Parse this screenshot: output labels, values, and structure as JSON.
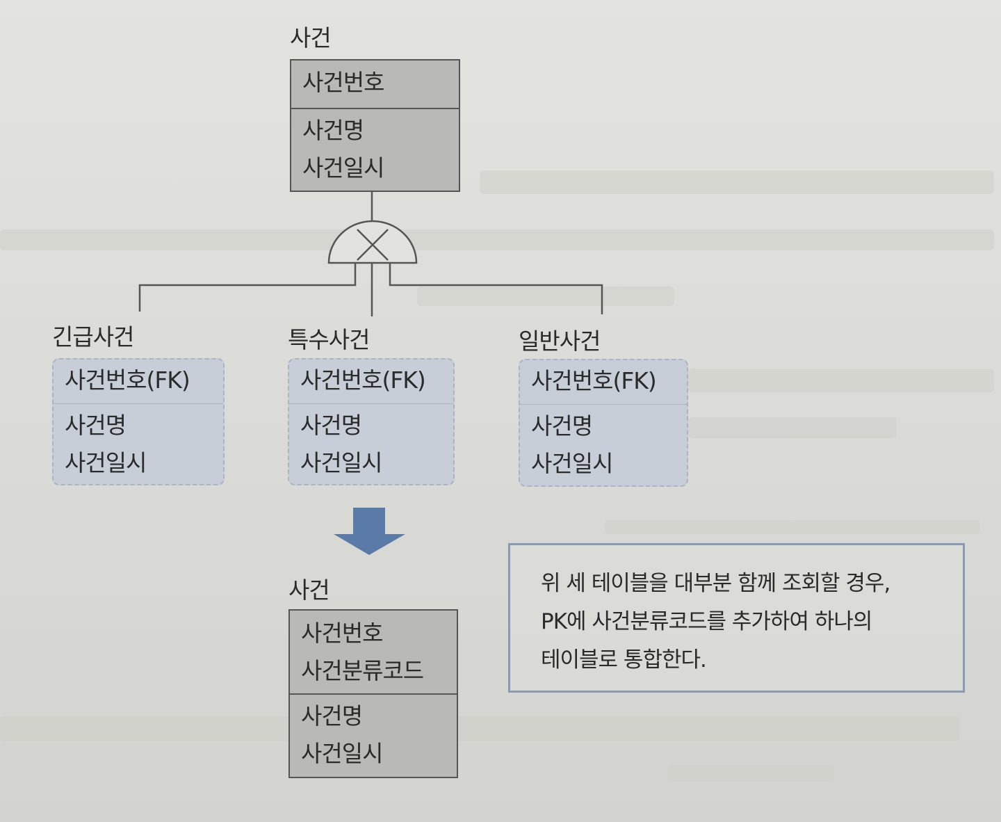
{
  "supertype": {
    "title": "사건",
    "pk": [
      "사건번호"
    ],
    "attributes": [
      "사건명",
      "사건일시"
    ]
  },
  "subtypes": [
    {
      "title": "긴급사건",
      "pk": [
        "사건번호(FK)"
      ],
      "attributes": [
        "사건명",
        "사건일시"
      ]
    },
    {
      "title": "특수사건",
      "pk": [
        "사건번호(FK)"
      ],
      "attributes": [
        "사건명",
        "사건일시"
      ]
    },
    {
      "title": "일반사건",
      "pk": [
        "사건번호(FK)"
      ],
      "attributes": [
        "사건명",
        "사건일시"
      ]
    }
  ],
  "merged": {
    "title": "사건",
    "pk": [
      "사건번호",
      "사건분류코드"
    ],
    "attributes": [
      "사건명",
      "사건일시"
    ]
  },
  "note": {
    "lines": [
      "위 세 테이블을 대부분 함께 조회할 경우,",
      "PK에 사건분류코드를 추가하여 하나의",
      "테이블로 통합한다."
    ]
  },
  "colors": {
    "supertype_fill": "#b9b9b7",
    "subtype_fill": "#c8ced8",
    "arrow": "#5a7aa8",
    "note_border": "#8a9ab3"
  }
}
